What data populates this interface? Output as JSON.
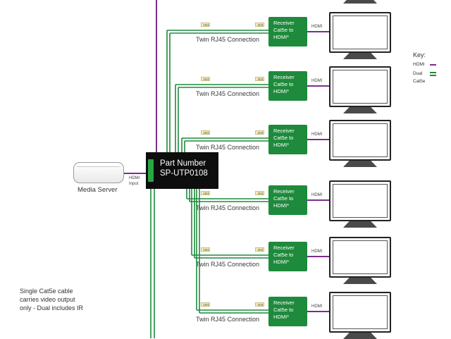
{
  "switch": {
    "line1": "Part Number",
    "line2": "SP-UTP0108"
  },
  "source": {
    "label": "Media Server",
    "input_label_1": "HDMI",
    "input_label_2": "Input"
  },
  "receivers": [
    {
      "line1": "Receiver",
      "line2": "Cat5e to",
      "line3": "HDMI*",
      "connection_label": "Twin RJ45 Connection",
      "hdmi_label": "HDMI"
    },
    {
      "line1": "Receiver",
      "line2": "Cat5e to",
      "line3": "HDMI*",
      "connection_label": "Twin RJ45 Connection",
      "hdmi_label": "HDMI"
    },
    {
      "line1": "Receiver",
      "line2": "Cat5e to",
      "line3": "HDMI*",
      "connection_label": "Twin RJ45 Connection",
      "hdmi_label": "HDMI"
    },
    {
      "line1": "Receiver",
      "line2": "Cat5e to",
      "line3": "HDMI*",
      "connection_label": "Twin RJ45 Connection",
      "hdmi_label": "HDMI"
    },
    {
      "line1": "Receiver",
      "line2": "Cat5e to",
      "line3": "HDMI*",
      "connection_label": "Twin RJ45 Connection",
      "hdmi_label": "HDMI"
    },
    {
      "line1": "Receiver",
      "line2": "Cat5e to",
      "line3": "HDMI*",
      "connection_label": "Twin RJ45 Connection",
      "hdmi_label": "HDMI"
    }
  ],
  "key": {
    "title": "Key:",
    "hdmi_label": "HDMI",
    "dual_label_1": "Dual",
    "dual_label_2": "Cat5e",
    "hdmi_color": "#7b2d8b",
    "cat5e_color": "#1e8a3c"
  },
  "note": {
    "line1": "Single Cat5e cable",
    "line2": "carries video output",
    "line3": "only - Dual includes IR"
  }
}
